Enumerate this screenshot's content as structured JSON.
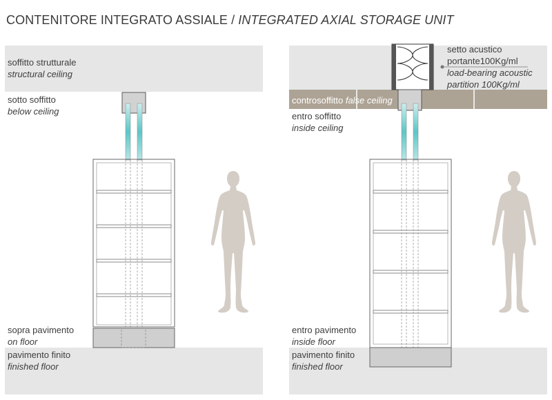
{
  "title": {
    "main": "CONTENITORE INTEGRATO ASSIALE",
    "separator": " / ",
    "translation": "INTEGRATED AXIAL STORAGE UNIT"
  },
  "left_panel": {
    "structural_ceiling": {
      "it": "soffitto strutturale",
      "en": "structural ceiling"
    },
    "below_ceiling": {
      "it": "sotto soffitto",
      "en": "below ceiling"
    },
    "on_floor": {
      "it": "sopra pavimento",
      "en": "on floor"
    },
    "finished_floor": {
      "it": "pavimento finito",
      "en": "finished floor"
    }
  },
  "right_panel": {
    "acoustic_partition": {
      "line1": "setto acustico",
      "line2": "portante100Kg/ml",
      "line3": "load-bearing acoustic",
      "line4": "partition 100Kg/ml"
    },
    "false_ceiling": {
      "it": "controsoffitto",
      "en": "false ceiling"
    },
    "inside_ceiling": {
      "it": "entro soffitto",
      "en": "inside ceiling"
    },
    "inside_floor": {
      "it": "entro pavimento",
      "en": "inside floor"
    },
    "finished_floor": {
      "it": "pavimento finito",
      "en": "finished floor"
    }
  },
  "colors": {
    "slab_grey": "#e6e6e6",
    "false_ceiling_brown": "#ada395",
    "pipe_teal": "#6fcfcf",
    "human_silhouette": "#d4cdc5",
    "box_fill": "#cfcfcf",
    "outline": "#6a6a6a"
  }
}
